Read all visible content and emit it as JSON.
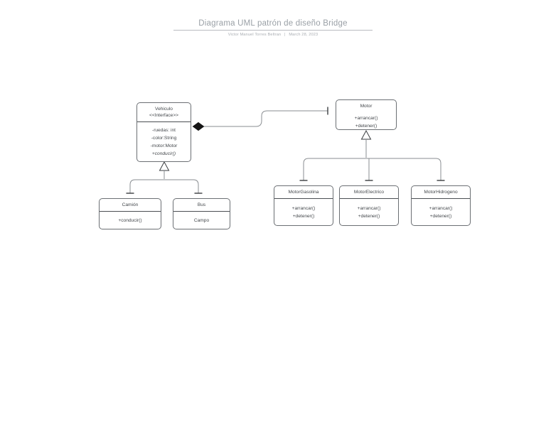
{
  "header": {
    "title": "Diagrama UML patrón de diseño Bridge",
    "author": "Victor Manuel Torres Beltran",
    "separator": "|",
    "date": "March 28, 2023"
  },
  "diagram": {
    "type": "uml-class-diagram",
    "pattern": "Bridge",
    "colors": {
      "box_border": "#6b6f73",
      "box_fill": "#ffffff",
      "edge": "#8a8e92",
      "composition_diamond": "#1a1a1a",
      "text": "#44484c",
      "title": "#9aa0a6"
    },
    "classes": {
      "vehiculo": {
        "name": "Vehiculo",
        "stereotype": "<<Interface>>",
        "members": [
          "-ruedas: int",
          "-color:String",
          "-motor:Motor",
          "+conducir()"
        ]
      },
      "motor": {
        "name": "Motor",
        "members": [
          "+arrancar()",
          "+detener()"
        ]
      },
      "camion": {
        "name": "Camión",
        "members": [
          "+conducir()"
        ]
      },
      "bus": {
        "name": "Bus",
        "members": [
          "Campo"
        ]
      },
      "motorgasolina": {
        "name": "MotorGasolina",
        "members": [
          "+arrancar()",
          "+detener()"
        ]
      },
      "motorelectrico": {
        "name": "MotorElectrico",
        "members": [
          "+arrancar()",
          "+detener()"
        ]
      },
      "motorhidrogeno": {
        "name": "MotorHidrogeno",
        "members": [
          "+arrancar()",
          "+detener()"
        ]
      }
    },
    "relations": [
      {
        "kind": "composition",
        "from": "Vehiculo",
        "to": "Motor"
      },
      {
        "kind": "generalization",
        "from": "Camión",
        "to": "Vehiculo"
      },
      {
        "kind": "generalization",
        "from": "Bus",
        "to": "Vehiculo"
      },
      {
        "kind": "generalization",
        "from": "MotorGasolina",
        "to": "Motor"
      },
      {
        "kind": "generalization",
        "from": "MotorElectrico",
        "to": "Motor"
      },
      {
        "kind": "generalization",
        "from": "MotorHidrogeno",
        "to": "Motor"
      }
    ]
  }
}
